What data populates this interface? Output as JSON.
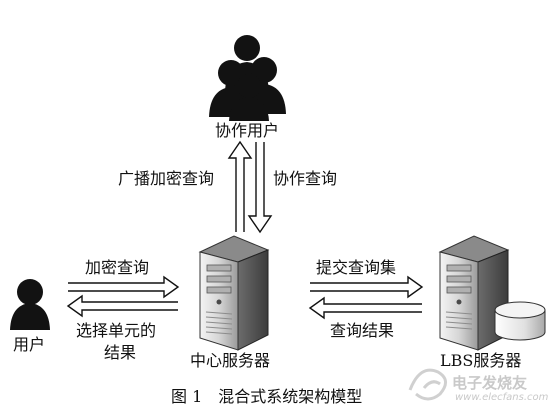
{
  "nodes": {
    "cooperative_users": "协作用户",
    "user": "用户",
    "center_server": "中心服务器",
    "lbs_server": "LBS服务器"
  },
  "edges": {
    "broadcast_encrypted_query": "广播加密查询",
    "cooperative_query": "协作查询",
    "encrypted_query": "加密查询",
    "selected_cell_result_line1": "选择单元的",
    "selected_cell_result_line2": "结果",
    "submit_query_set": "提交查询集",
    "query_result": "查询结果"
  },
  "caption": "图 1　混合式系统架构模型",
  "watermark": {
    "text": "电子发烧友",
    "url": "www.elecfans.com"
  }
}
